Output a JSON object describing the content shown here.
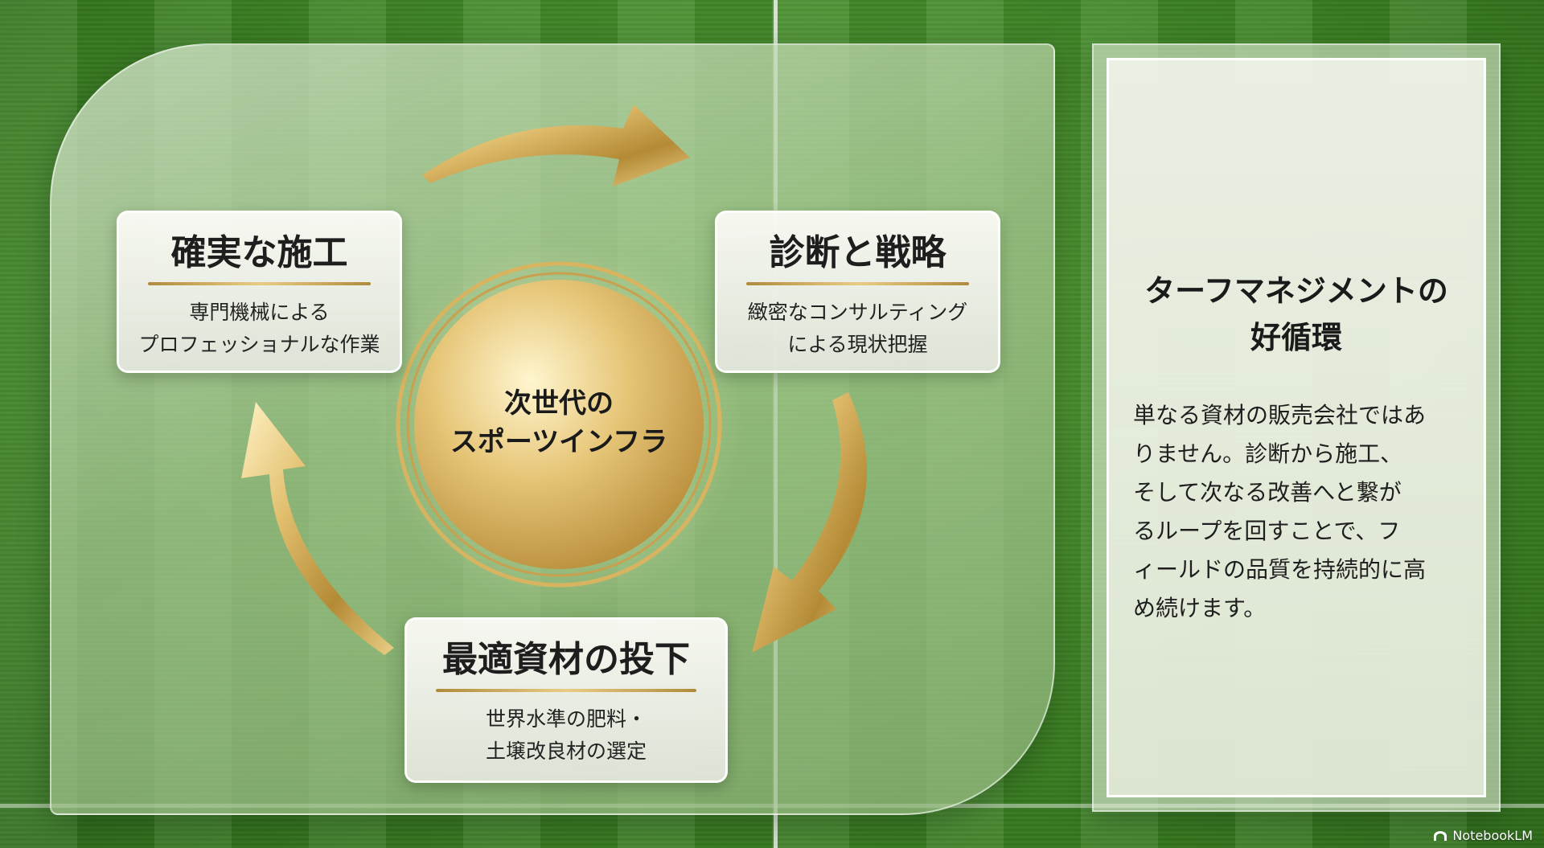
{
  "cycle": {
    "center_line1": "次世代の",
    "center_line2": "スポーツインフラ",
    "steps": [
      {
        "title": "診断と戦略",
        "desc_line1": "緻密なコンサルティング",
        "desc_line2": "による現状把握"
      },
      {
        "title": "最適資材の投下",
        "desc_line1": "世界水準の肥料・",
        "desc_line2": "土壌改良材の選定"
      },
      {
        "title": "確実な施工",
        "desc_line1": "専門機械による",
        "desc_line2": "プロフェッショナルな作業"
      }
    ]
  },
  "side": {
    "title_line1": "ターフマネジメントの",
    "title_line2": "好循環",
    "body": "単なる資材の販売会社ではあ\nりません。診断から施工、\nそして次なる改善へと繋が\nるループを回すことで、フ\nィールドの品質を持続的に高\nめ続けます。"
  },
  "watermark": {
    "icon": "notebooklm-logo-icon",
    "text": "NotebookLM"
  },
  "colors": {
    "gold": "#d9b45a",
    "gold_dark": "#a57f2e",
    "grass": "#3f8a26"
  }
}
